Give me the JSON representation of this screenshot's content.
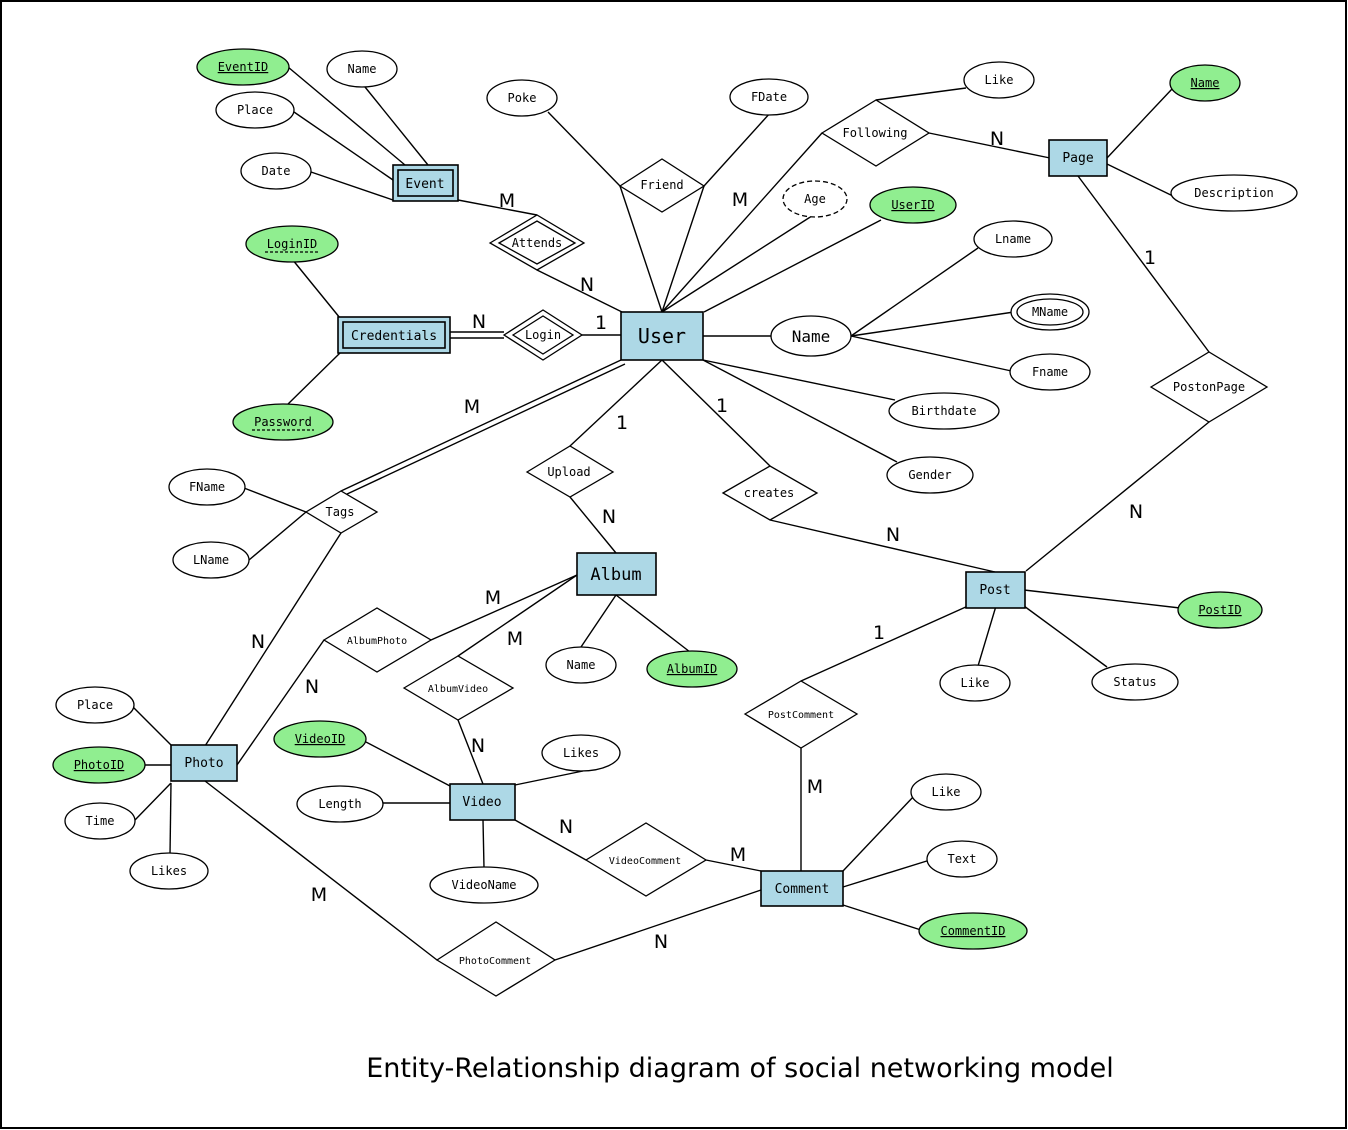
{
  "title": "Entity-Relationship diagram of social networking model",
  "colors": {
    "entity": "#add8e6",
    "key_attribute": "#90ee90",
    "attribute": "#ffffff"
  },
  "entities": {
    "user": "User",
    "event": "Event",
    "credentials": "Credentials",
    "page": "Page",
    "album": "Album",
    "post": "Post",
    "photo": "Photo",
    "video": "Video",
    "comment": "Comment"
  },
  "relationships": {
    "friend": "Friend",
    "following": "Following",
    "attends": "Attends",
    "login": "Login",
    "upload": "Upload",
    "creates": "creates",
    "tags": "Tags",
    "postonpage": "PostonPage",
    "albumphoto": "AlbumPhoto",
    "albumvideo": "AlbumVideo",
    "postcomment": "PostComment",
    "videocomment": "VideoComment",
    "photocomment": "PhotoComment"
  },
  "attributes": {
    "event_id": "EventID",
    "event_name": "Name",
    "event_place": "Place",
    "event_date": "Date",
    "poke": "Poke",
    "fdate": "FDate",
    "follow_like": "Like",
    "page_name": "Name",
    "page_description": "Description",
    "age": "Age",
    "user_id": "UserID",
    "login_id": "LoginID",
    "password": "Password",
    "user_name": "Name",
    "lname": "Lname",
    "mname": "MName",
    "fname": "Fname",
    "birthdate": "Birthdate",
    "gender": "Gender",
    "tag_fname": "FName",
    "tag_lname": "LName",
    "album_name": "Name",
    "album_id": "AlbumID",
    "post_id": "PostID",
    "post_like": "Like",
    "status": "Status",
    "photo_place": "Place",
    "photo_id": "PhotoID",
    "photo_time": "Time",
    "photo_likes": "Likes",
    "video_id": "VideoID",
    "video_likes": "Likes",
    "video_length": "Length",
    "video_name": "VideoName",
    "comment_like": "Like",
    "comment_text": "Text",
    "comment_id": "CommentID"
  },
  "cardinalities": {
    "event_attends": "M",
    "attends_user": "N",
    "credentials_login": "N",
    "login_user": "1",
    "friend_m": "M",
    "following_page": "N",
    "page_postonpage": "1",
    "postonpage_post": "N",
    "user_tags": "M",
    "tags_photo": "N",
    "user_upload": "1",
    "upload_album": "N",
    "user_creates": "1",
    "creates_post": "N",
    "album_albumphoto": "M",
    "albumphoto_photo": "N",
    "album_albumvideo": "M",
    "albumvideo_video": "N",
    "post_postcomment": "1",
    "postcomment_comment": "M",
    "video_videocomment": "N",
    "videocomment_comment": "M",
    "photo_photocomment": "M",
    "photocomment_comment": "N"
  }
}
